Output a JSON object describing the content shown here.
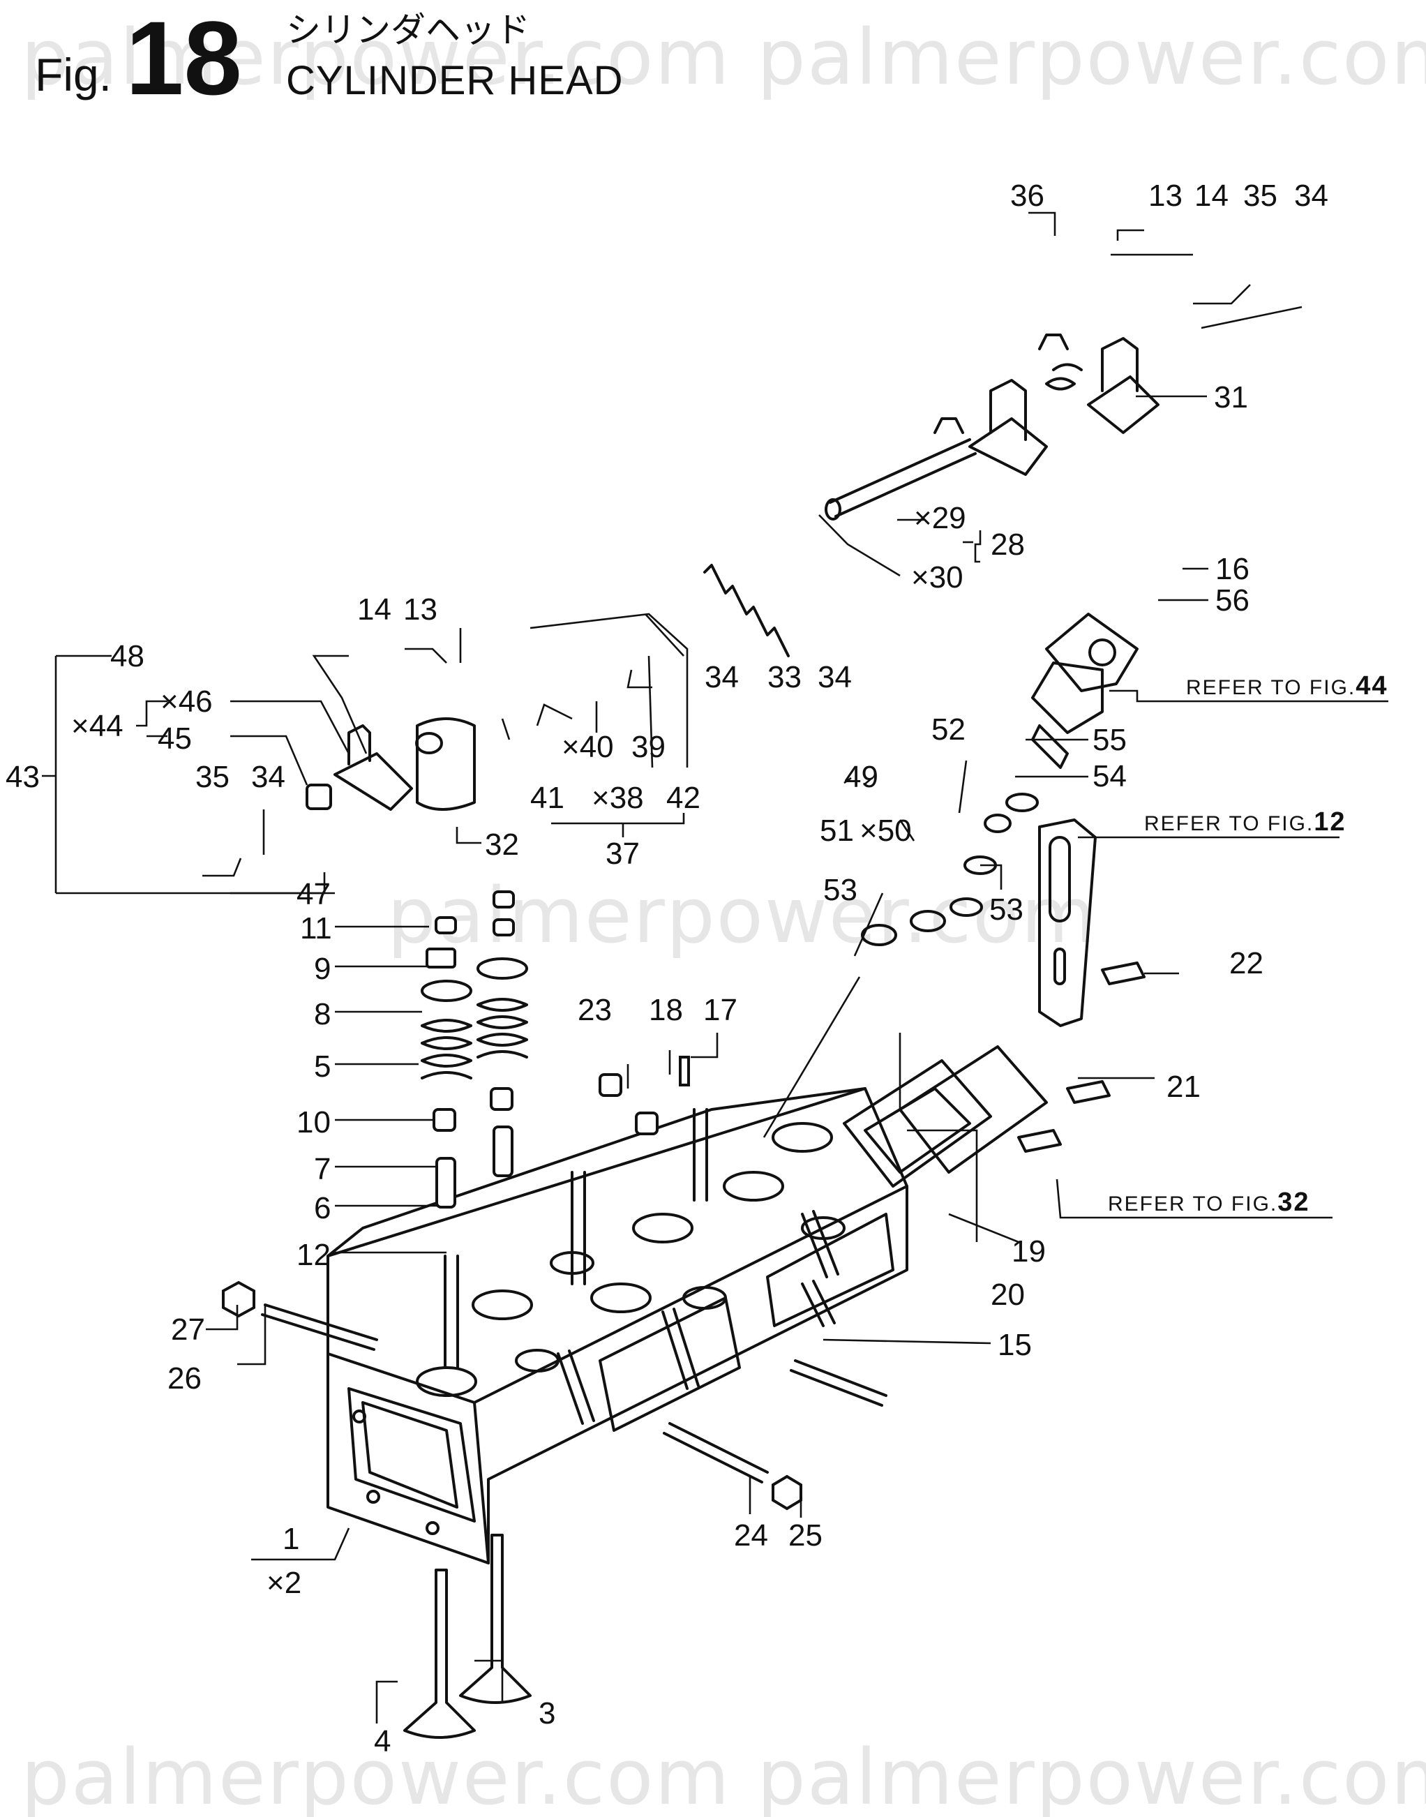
{
  "figure": {
    "prefix": "Fig.",
    "number": "18",
    "title_jp": "シリンダヘッド",
    "title_en": "CYLINDER HEAD"
  },
  "watermark": {
    "text": "palmerpower.com"
  },
  "callouts": {
    "c1": "1",
    "c2": "×2",
    "c3": "3",
    "c4": "4",
    "c5": "5",
    "c6": "6",
    "c7": "7",
    "c8": "8",
    "c9": "9",
    "c10": "10",
    "c11": "11",
    "c12": "12",
    "c13a": "13",
    "c13b": "13",
    "c14a": "14",
    "c14b": "14",
    "c15": "15",
    "c16": "16",
    "c17": "17",
    "c18": "18",
    "c19": "19",
    "c20": "20",
    "c21": "21",
    "c22": "22",
    "c23": "23",
    "c24": "24",
    "c25": "25",
    "c26": "26",
    "c27": "27",
    "c28": "28",
    "c29": "×29",
    "c30": "×30",
    "c31": "31",
    "c32": "32",
    "c33": "33",
    "c34a": "34",
    "c34b": "34",
    "c34c": "34",
    "c34d": "34",
    "c35a": "35",
    "c35b": "35",
    "c36": "36",
    "c37": "37",
    "c38": "×38",
    "c39": "39",
    "c40": "×40",
    "c41": "41",
    "c42": "42",
    "c43": "43",
    "c44": "×44",
    "c45": "45",
    "c46": "×46",
    "c47": "47",
    "c48": "48",
    "c49": "49",
    "c50": "×50",
    "c51": "51",
    "c52": "52",
    "c53a": "53",
    "c53b": "53",
    "c54": "54",
    "c55": "55",
    "c56": "56"
  },
  "references": {
    "fig44": {
      "label": "REFER TO FIG.",
      "num": "44"
    },
    "fig12": {
      "label": "REFER TO FIG.",
      "num": "12"
    },
    "fig32": {
      "label": "REFER TO FIG.",
      "num": "32"
    }
  }
}
